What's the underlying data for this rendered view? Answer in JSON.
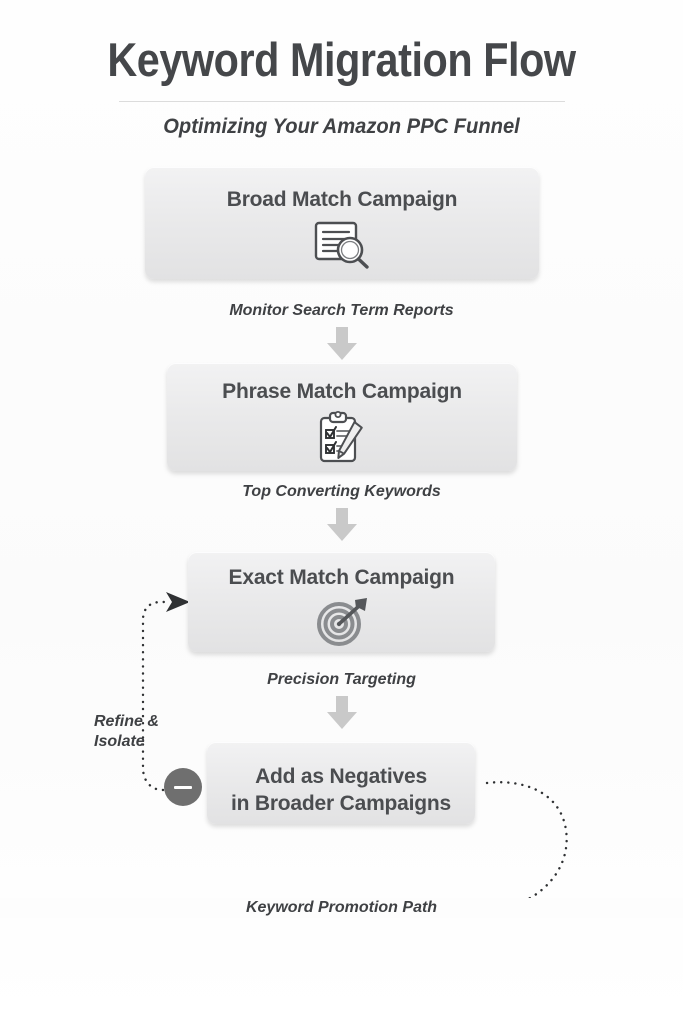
{
  "header": {
    "title": "Keyword Migration Flow",
    "subtitle": "Optimizing Your Amazon PPC Funnel"
  },
  "nodes": [
    {
      "id": "broad",
      "label": "Broad Match Campaign",
      "icon": "document-search-icon"
    },
    {
      "id": "phrase",
      "label": "Phrase Match Campaign",
      "icon": "clipboard-checklist-pencil-icon"
    },
    {
      "id": "exact",
      "label": "Exact Match Campaign",
      "icon": "target-dart-icon"
    },
    {
      "id": "negatives",
      "label_line1": "Add as Negatives",
      "label_line2": "in Broader Campaigns",
      "icon": "minus-circle-icon"
    }
  ],
  "connectors": [
    {
      "id": "broad-to-phrase",
      "label": "Monitor Search Term Reports",
      "arrow": "down-block-arrow"
    },
    {
      "id": "phrase-to-exact",
      "label": "Top Converting Keywords",
      "arrow": "down-block-arrow"
    },
    {
      "id": "exact-to-negatives",
      "label": "Precision Targeting",
      "arrow": "down-block-arrow"
    }
  ],
  "loops": [
    {
      "id": "refine-isolate",
      "line1": "Refine &",
      "line2": "Isolate",
      "style": "dotted",
      "arrow": "right-arrowhead"
    },
    {
      "id": "keyword-promotion",
      "label": "Keyword Promotion Path",
      "style": "dotted",
      "arrow": "left-arrowhead"
    }
  ],
  "colors": {
    "background": "#fdfdfd",
    "title_text": "#45474a",
    "node_text": "#4b4d50",
    "node_fill_top": "#f2f2f3",
    "node_fill_bottom": "#e2e2e3",
    "block_arrow": "#c9c9c9",
    "dotted_line": "#2f3133",
    "badge_fill": "#6f6f6f",
    "rule": "#dcdcdc"
  }
}
